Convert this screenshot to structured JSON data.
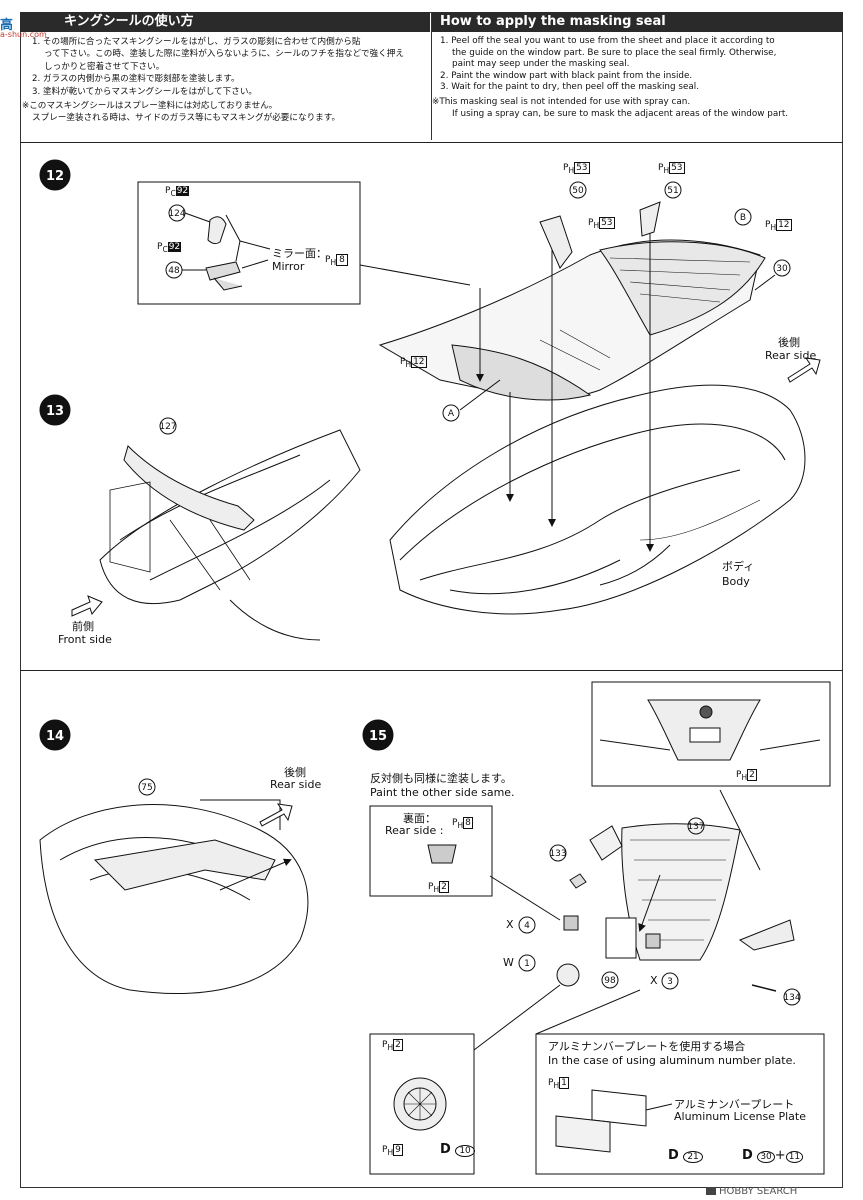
{
  "watermark": {
    "line1": "高",
    "line2": "a-shun.com"
  },
  "header": {
    "jp_title": "キングシールの使い方",
    "en_title": "How to apply the masking seal"
  },
  "jp_instructions": [
    "1. その場所に合ったマスキングシールをはがし、ガラスの彫刻に合わせて内側から貼",
    "って下さい。この時、塗装した際に塗料が入らないように、シールのフチを指などで強く押え",
    "しっかりと密着させて下さい。",
    "2. ガラスの内側から黒の塗料で彫刻部を塗装します。",
    "3. 塗料が乾いてからマスキングシールをはがして下さい。",
    "※このマスキングシールはスプレー塗料には対応しておりません。",
    "スプレー塗装される時は、サイドのガラス等にもマスキングが必要になります。"
  ],
  "en_instructions": [
    "1. Peel off the seal you want to use from the sheet and place it according to",
    "the guide on the window part. Be sure to place the seal firmly. Otherwise,",
    "paint may seep under the masking seal.",
    "2. Paint the window part with black paint from the inside.",
    "3. Wait for the paint to dry, then peel off the masking seal.",
    "※This masking seal is not intended for use with spray can.",
    "If using a spray can, be sure to mask the adjacent areas of the window part."
  ],
  "steps": {
    "s12": {
      "num": "12",
      "mirror_jp": "ミラー面：",
      "mirror_en": "Mirror",
      "pc92a": "92",
      "pc92b": "92",
      "p124": "124",
      "p48": "48",
      "ph8": "8",
      "ph53a": "53",
      "ph53b": "53",
      "ph53c": "53",
      "p50": "50",
      "p51": "51",
      "seal_b": "B",
      "seal_a": "A",
      "ph12a": "12",
      "ph12b": "12",
      "p30": "30",
      "rear_jp": "後側",
      "rear_en": "Rear side",
      "body_jp": "ボディ",
      "body_en": "Body"
    },
    "s13": {
      "num": "13",
      "p127": "127",
      "front_jp": "前側",
      "front_en": "Front side"
    },
    "s14": {
      "num": "14",
      "p75": "75",
      "rear_jp": "後側",
      "rear_en": "Rear side"
    },
    "s15": {
      "num": "15",
      "note_jp": "反対側も同様に塗装します。",
      "note_en": "Paint the other side same.",
      "rear_jp": "裏面：",
      "rear_en": "Rear side :",
      "ph8": "8",
      "ph2a": "2",
      "ph2b": "2",
      "ph2c": "2",
      "p137": "137",
      "p133": "133",
      "x4": "X",
      "n4": "4",
      "x3": "X",
      "n3": "3",
      "w": "W",
      "n1": "1",
      "p98": "98",
      "p134": "134",
      "alum_jp": "アルミナンバープレートを使用する場合",
      "alum_en": "In the case of using aluminum number plate.",
      "ph1": "1",
      "alum_plate_jp": "アルミナンバープレート",
      "alum_plate_en": "Aluminum License Plate",
      "ph9": "9",
      "d10": "10",
      "d21": "21",
      "d30": "30",
      "d11": "11",
      "d_letter": "D",
      "plus": "+"
    }
  },
  "brand": "HOBBY SEARCH",
  "page_marker": "P"
}
